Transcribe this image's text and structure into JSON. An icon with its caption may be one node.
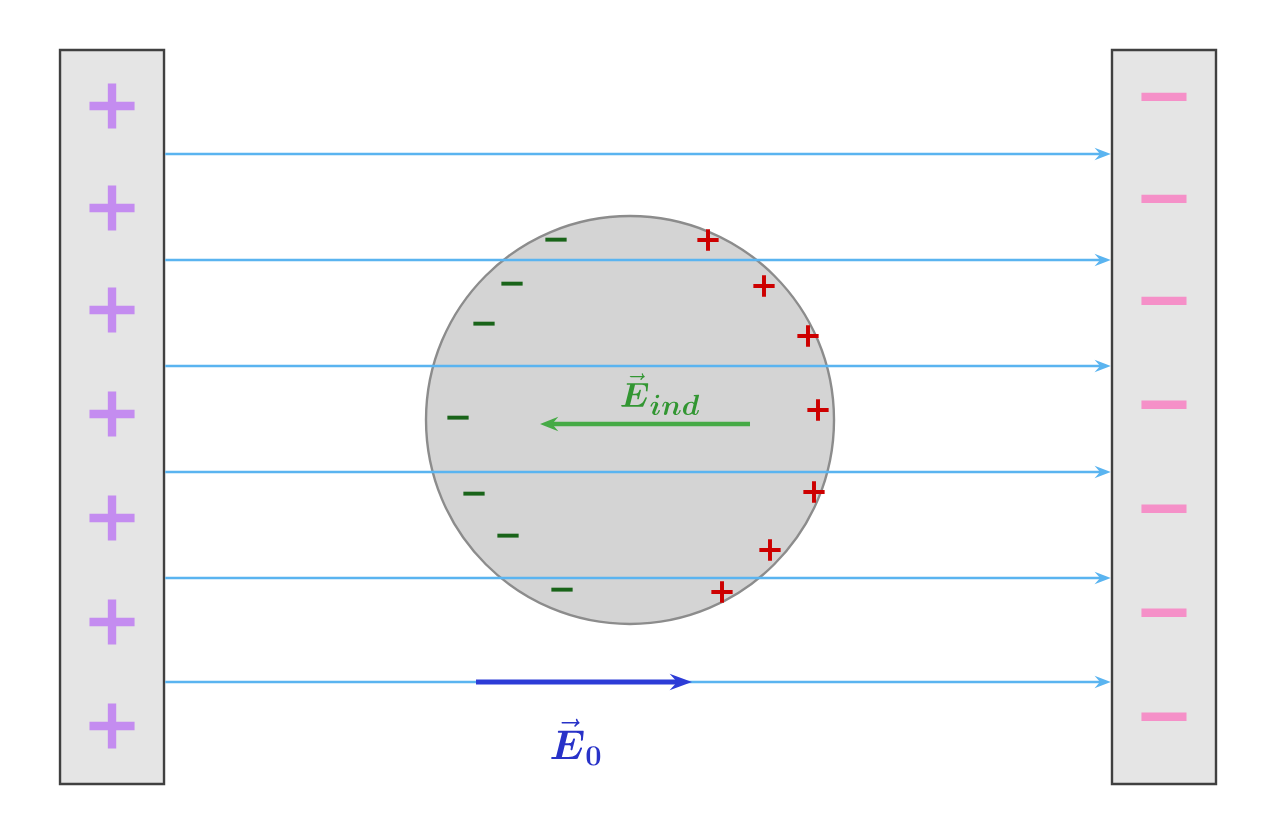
{
  "diagram": {
    "nodes": [
      {
        "text": [
          "+",
          "+",
          "+",
          "+",
          "+",
          "+",
          "+"
        ]
      },
      {
        "text": [
          "−",
          "−",
          "−",
          "−",
          "−",
          "−",
          "−"
        ]
      }
    ],
    "edges": [
      {
        "from": 0,
        "to": 1,
        "arrow": "to"
      },
      {
        "from": 0,
        "to": 1,
        "arrow": "to"
      },
      {
        "from": 0,
        "to": 1,
        "arrow": "to"
      },
      {
        "from": 0,
        "to": 1,
        "arrow": "to"
      },
      {
        "from": 0,
        "to": 1,
        "arrow": "to"
      },
      {
        "from": 0,
        "to": 1,
        "arrow": "to"
      }
    ],
    "labels": [
      "−",
      "+",
      "−",
      "+",
      "−",
      "+",
      "−",
      "\\vec{\\boldsymbol{E}}_{\\boldsymbol{ind}}",
      "+",
      "−",
      "+",
      "−",
      "+",
      "−",
      "+",
      "\\vec{\\boldsymbol{E}}_{\\boldsymbol{0}}"
    ]
  }
}
